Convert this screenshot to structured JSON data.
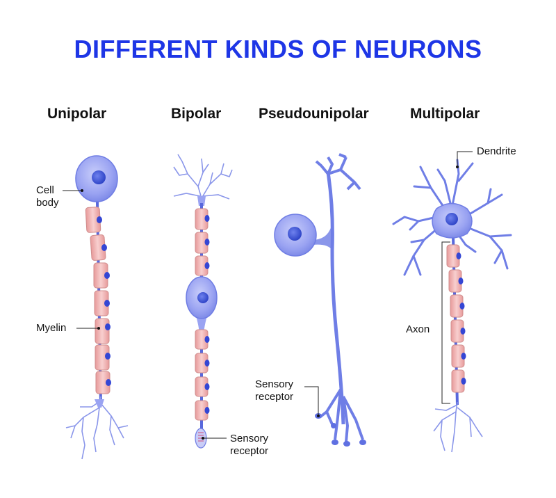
{
  "title": "DIFFERENT KINDS OF NEURONS",
  "columns": [
    {
      "id": "unipolar",
      "heading": "Unipolar"
    },
    {
      "id": "bipolar",
      "heading": "Bipolar"
    },
    {
      "id": "pseudounipolar",
      "heading": "Pseudounipolar"
    },
    {
      "id": "multipolar",
      "heading": "Multipolar"
    }
  ],
  "labels": {
    "cell_body_line1": "Cell",
    "cell_body_line2": "body",
    "myelin": "Myelin",
    "sensory_receptor_1_line1": "Sensory",
    "sensory_receptor_1_line2": "receptor",
    "sensory_receptor_2_line1": "Sensory",
    "sensory_receptor_2_line2": "receptor",
    "dendrite": "Dendrite",
    "axon": "Axon"
  },
  "colors": {
    "title": "#1e36e6",
    "cell_fill": "#9aa3f2",
    "cell_stroke": "#5f6fe0",
    "nucleus": "#3d56d8",
    "myelin_fill": "#f2b7b7",
    "myelin_stroke": "#d08d8d",
    "node": "#3446d4",
    "axon": "#6f7ee6"
  }
}
